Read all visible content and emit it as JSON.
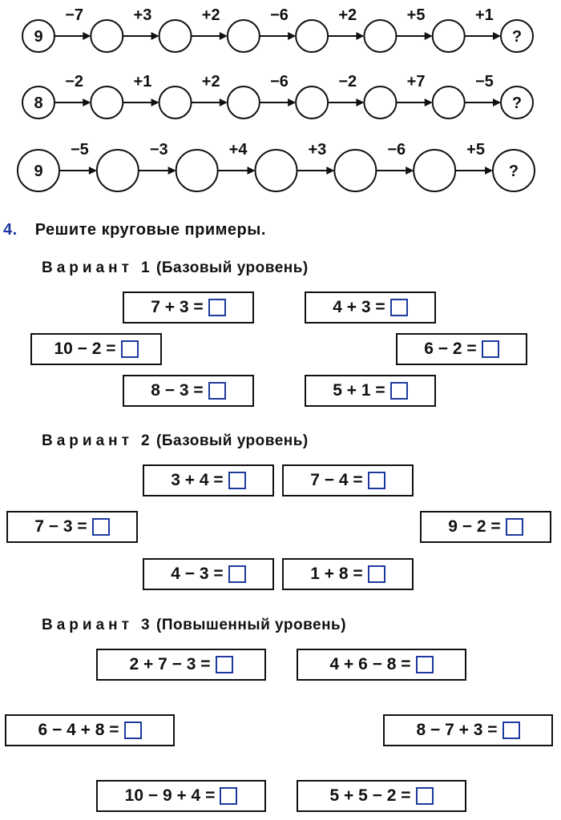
{
  "chains": [
    {
      "start": "9",
      "ops": [
        "−7",
        "+3",
        "+2",
        "−6",
        "+2",
        "+5",
        "+1"
      ],
      "end": "?"
    },
    {
      "start": "8",
      "ops": [
        "−2",
        "+1",
        "+2",
        "−6",
        "−2",
        "+7",
        "−5"
      ],
      "end": "?"
    },
    {
      "start": "9",
      "ops": [
        "−5",
        "−3",
        "+4",
        "+3",
        "−6",
        "+5"
      ],
      "end": "?"
    }
  ],
  "task": {
    "number": "4.",
    "title": "Решите круговые примеры."
  },
  "variants": [
    {
      "word": "Вариант",
      "num": "1",
      "level": "(Базовый уровень)",
      "equations": [
        "7 + 3 =",
        "4 + 3 =",
        "10 − 2 =",
        "6 − 2 =",
        "8 − 3 =",
        "5 + 1 ="
      ]
    },
    {
      "word": "Вариант",
      "num": "2",
      "level": "(Базовый уровень)",
      "equations": [
        "3 + 4 =",
        "7 − 4 =",
        "7 − 3 =",
        "9 − 2 =",
        "4 − 3 =",
        "1 + 8 ="
      ]
    },
    {
      "word": "Вариант",
      "num": "3",
      "level": "(Повышенный уровень)",
      "equations": [
        "2 + 7 − 3 =",
        "4 + 6 − 8 =",
        "6 − 4 + 8 =",
        "8 − 7 + 3 =",
        "10 − 9 + 4 =",
        "5 + 5 − 2 ="
      ]
    }
  ]
}
